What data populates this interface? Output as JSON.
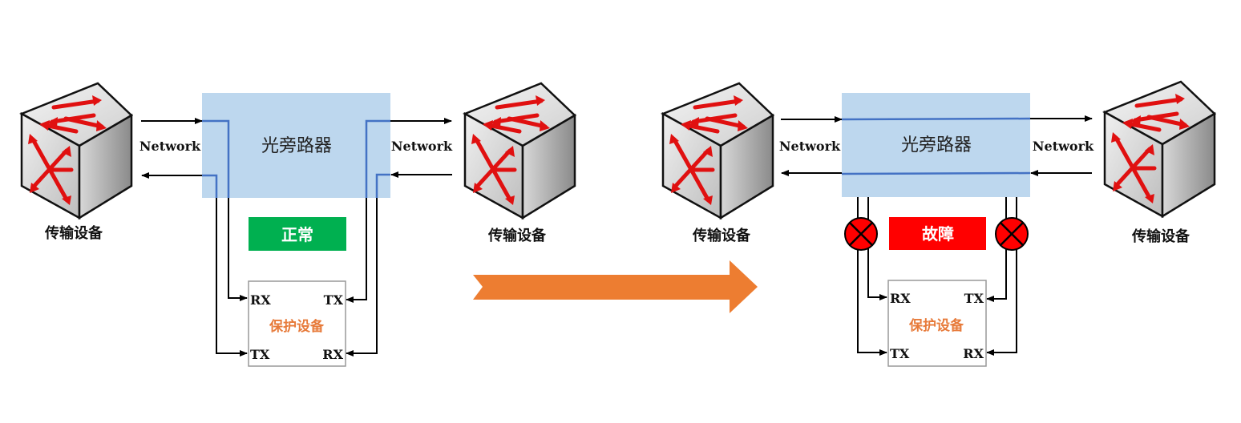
{
  "labels": {
    "network": "Network",
    "transport_device": "传输设备",
    "optical_bypass": "光旁路器",
    "protection_device": "保护设备",
    "rx": "RX",
    "tx": "TX"
  },
  "states": {
    "normal": "正常",
    "fault": "故障"
  },
  "colors": {
    "bypass_box": "#bdd7ee",
    "fiber_blue": "#4472c4",
    "normal_green": "#00b050",
    "fault_red": "#ff0000",
    "arrow_orange": "#ed7d31",
    "protection_text": "#e77a3a"
  },
  "icons": {
    "switch": "network-switch-icon",
    "fault": "fault-x-icon",
    "transition": "right-arrow-icon"
  }
}
